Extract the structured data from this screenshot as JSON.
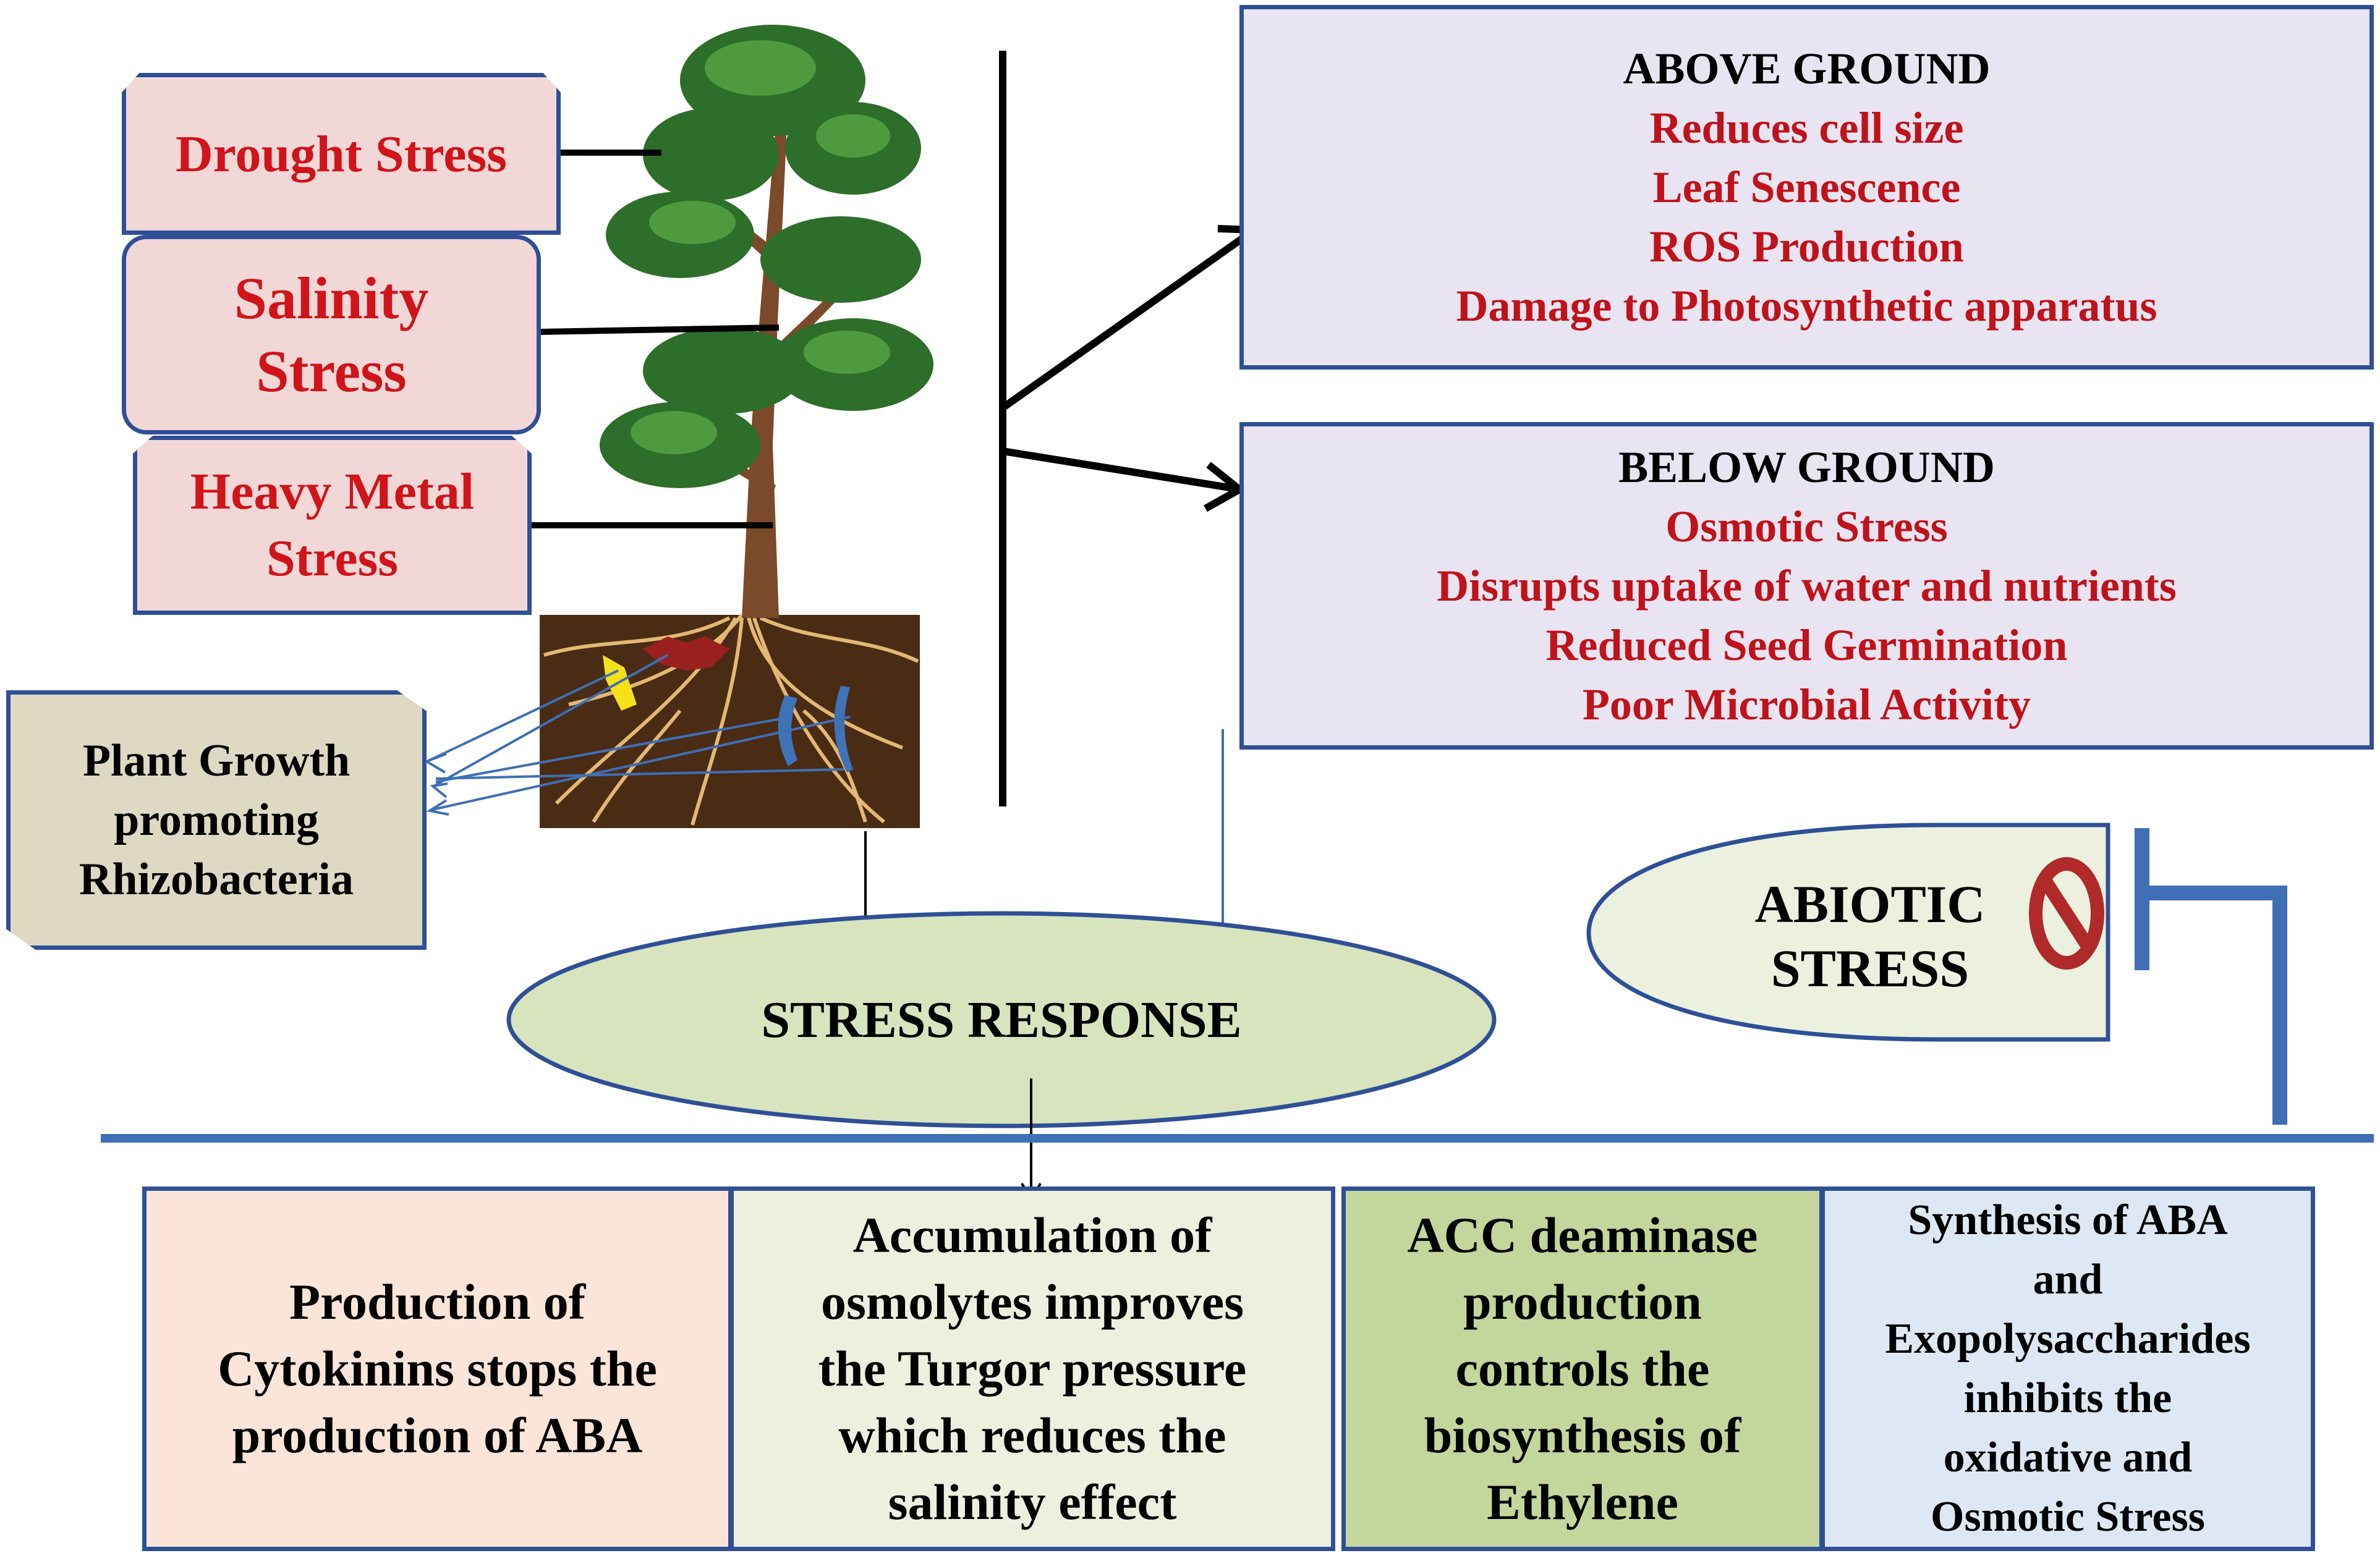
{
  "stresses": {
    "drought": "Drought Stress",
    "salinity": [
      "Salinity",
      "Stress"
    ],
    "heavy_metal": [
      "Heavy Metal",
      "Stress"
    ]
  },
  "pgpr": [
    "Plant Growth",
    "promoting",
    "Rhizobacteria"
  ],
  "above_ground": {
    "title": "ABOVE GROUND",
    "items": [
      "Reduces cell size",
      "Leaf Senescence",
      "ROS Production",
      "Damage to Photosynthetic apparatus"
    ]
  },
  "below_ground": {
    "title": "BELOW GROUND",
    "items": [
      "Osmotic Stress",
      "Disrupts uptake of water and nutrients",
      "Reduced Seed Germination",
      "Poor Microbial Activity"
    ]
  },
  "stress_response": "STRESS RESPONSE",
  "abiotic_stress": [
    "ABIOTIC",
    "STRESS"
  ],
  "mechanisms": [
    {
      "lines": [
        "Production of",
        "Cytokinins stops the",
        "production of  ABA"
      ],
      "color": "#fbe4d8"
    },
    {
      "lines": [
        "Accumulation of",
        "osmolytes improves",
        "the Turgor pressure",
        "which reduces the",
        "salinity effect"
      ],
      "color": "#ebf1de"
    },
    {
      "lines": [
        "ACC deaminase",
        "production",
        "controls the",
        "biosynthesis of",
        "Ethylene"
      ],
      "color": "#c3d69b"
    },
    {
      "lines": [
        "Synthesis of ABA",
        "and",
        "Exopolysaccharides",
        "inhibits the",
        "oxidative and",
        "Osmotic Stress"
      ],
      "color": "#dde8f4"
    }
  ],
  "colors": {
    "stress_box_fill": "#f2d7d7",
    "stress_box_border": "#2f4f96",
    "effect_box_fill": "#e9e4f1",
    "ellipse_fill": "#d7e4bd",
    "pgpr_fill": "#ddd9c3",
    "red_text": "#d0141a",
    "blue_line": "#3f6fb5"
  }
}
